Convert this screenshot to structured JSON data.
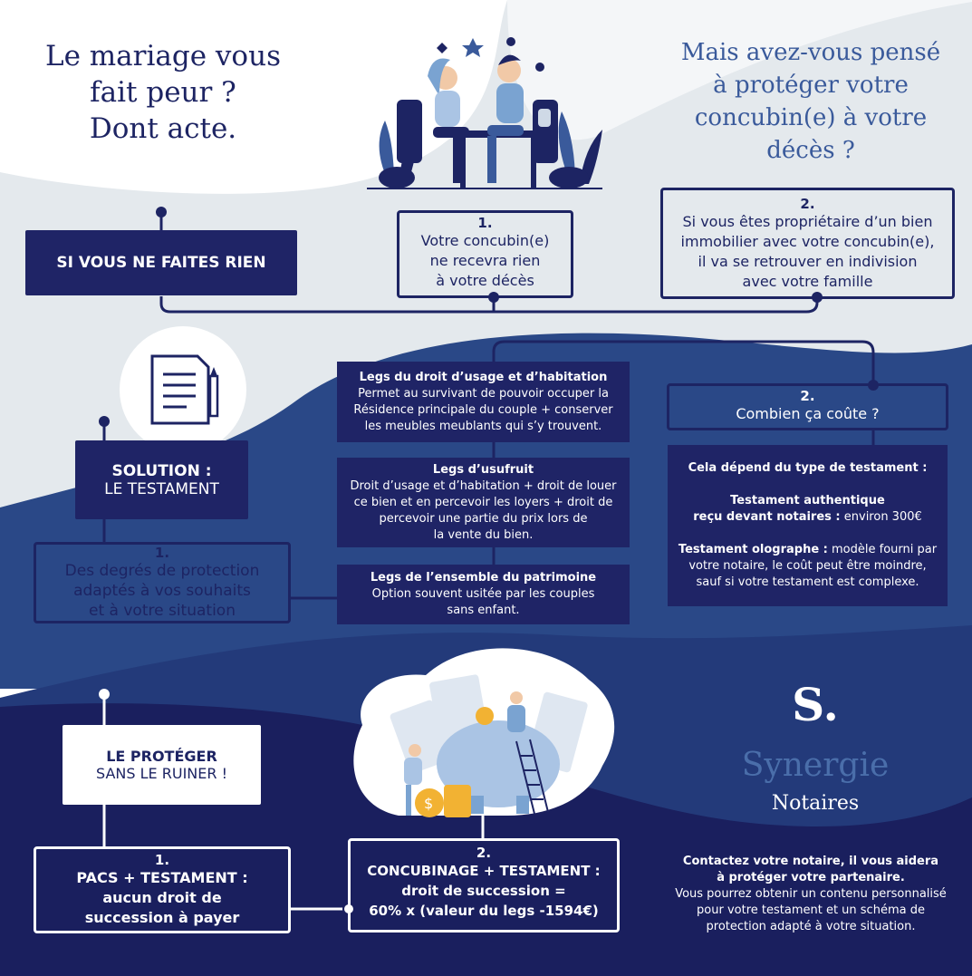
{
  "header": {
    "left_title": [
      "Le mariage vous",
      "fait peur ?",
      "Dont acte."
    ],
    "right_title": [
      "Mais avez-vous pensé",
      "à protéger votre",
      "concubin(e) à votre",
      "décès ?"
    ]
  },
  "section1": {
    "label": "SI VOUS NE FAITES RIEN",
    "item1": {
      "num": "1.",
      "lines": [
        "Votre concubin(e)",
        "ne recevra rien",
        "à votre décès"
      ]
    },
    "item2": {
      "num": "2.",
      "lines": [
        "Si vous êtes propriétaire d’un bien",
        "immobilier avec votre concubin(e),",
        "il va se retrouver en indivision",
        "avec votre famille"
      ]
    }
  },
  "section2": {
    "label_bold": "SOLUTION :",
    "label_sub": "LE TESTAMENT",
    "item1": {
      "num": "1.",
      "lines": [
        "Des degrés de protection",
        "adaptés à vos souhaits",
        "et à votre situation"
      ]
    },
    "legs": [
      {
        "title": "Legs du droit d’usage et d’habitation",
        "lines": [
          "Permet au survivant de pouvoir occuper la",
          "Résidence principale du couple + conserver",
          "les meubles meublants qui s’y trouvent."
        ]
      },
      {
        "title": "Legs d’usufruit",
        "lines": [
          "Droit d’usage et d’habitation + droit de louer",
          "ce bien et en percevoir les loyers + droit de",
          "percevoir une partie du prix lors de",
          "la vente du bien."
        ]
      },
      {
        "title": "Legs de l’ensemble du patrimoine",
        "lines": [
          "Option souvent usitée par les couples",
          "sans enfant."
        ]
      }
    ],
    "item2": {
      "num": "2.",
      "label": "Combien ça coûte ?"
    },
    "cost": {
      "intro": "Cela dépend du type de testament :",
      "auth_title": "Testament authentique",
      "auth_bold": "reçu devant notaires :",
      "auth_price": " environ 300€",
      "olo_bold": "Testament olographe :",
      "olo_rest": " modèle fourni par",
      "olo_lines": [
        "votre notaire, le coût peut être moindre,",
        "sauf si votre testament est complexe."
      ]
    }
  },
  "section3": {
    "label_bold": "LE PROTÉGER",
    "label_sub": "SANS LE RUINER !",
    "item1": {
      "num": "1.",
      "lines": [
        "PACS + TESTAMENT :",
        "aucun droit de",
        "succession à payer"
      ]
    },
    "item2": {
      "num": "2.",
      "lines": [
        "CONCUBINAGE + TESTAMENT :",
        "droit de succession =",
        "60% x (valeur du legs -1594€)"
      ]
    }
  },
  "brand": {
    "logo_letter": "S.",
    "name": "Synergie",
    "sub": "Notaires",
    "contact_bold": [
      "Contactez votre notaire, il vous aidera",
      "à protéger votre partenaire."
    ],
    "contact_lines": [
      "Vous pourrez obtenir un contenu personnalisé",
      "pour votre testament et un schéma de",
      "protection adapté à votre situation."
    ]
  },
  "colors": {
    "navy": "#1f2466",
    "mid_blue": "#2a4887",
    "light_bg": "#e4e9ed",
    "accent": "#3a5a9b"
  }
}
